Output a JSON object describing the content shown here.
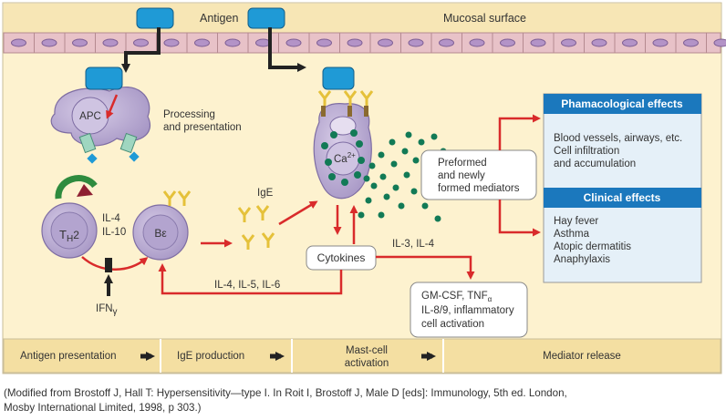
{
  "top_bar": {
    "antigen": "Antigen",
    "mucosal_surface": "Mucosal surface"
  },
  "cells": {
    "apc": "APC",
    "processing_line1": "Processing",
    "processing_line2": "and presentation",
    "th2_main": "T",
    "th2_sub": "H",
    "th2_num": "2",
    "il4": "IL-4",
    "il10": "IL-10",
    "b_cell": "Bε",
    "ifn_main": "IFN",
    "ifn_sub": "γ",
    "ige": "IgE",
    "ca": "Ca",
    "ca_sup": "2+",
    "il456": "IL-4, IL-5, IL-6",
    "cytokines": "Cytokines",
    "il34": "IL-3, IL-4",
    "mediators_line1": "Preformed",
    "mediators_line2": "and newly",
    "mediators_line3": "formed mediators",
    "gm_line1": "GM-CSF, TNF",
    "gm_sub": "α",
    "gm_line2": "IL-8/9, inflammatory",
    "gm_line3": "cell activation"
  },
  "effects": {
    "pharm_header": "Phamacological effects",
    "pharm_items": [
      "Blood vessels, airways, etc.",
      "Cell infiltration",
      "and accumulation"
    ],
    "clinical_header": "Clinical effects",
    "clinical_items": [
      "Hay fever",
      "Asthma",
      "Atopic dermatitis",
      "Anaphylaxis"
    ]
  },
  "stages": [
    "Antigen presentation",
    "IgE production",
    "Mast-cell",
    "activation",
    "Mediator release"
  ],
  "caption": {
    "line1": "(Modified from Brostoff J, Hall T: Hypersensitivity—type I. In Roit I, Brostoff J, Male D [eds]: Immunology, 5th ed. London,",
    "line2": "Mosby International Limited, 1998, p 303.)"
  },
  "colors": {
    "background": "#fdf2cf",
    "cell_fill": "#b8abd0",
    "antigen": "#1f9ad6",
    "arrow_red": "#d92b2b",
    "header_blue": "#1b78bd",
    "granule": "#127a56",
    "receptor": "#e5c13a"
  }
}
